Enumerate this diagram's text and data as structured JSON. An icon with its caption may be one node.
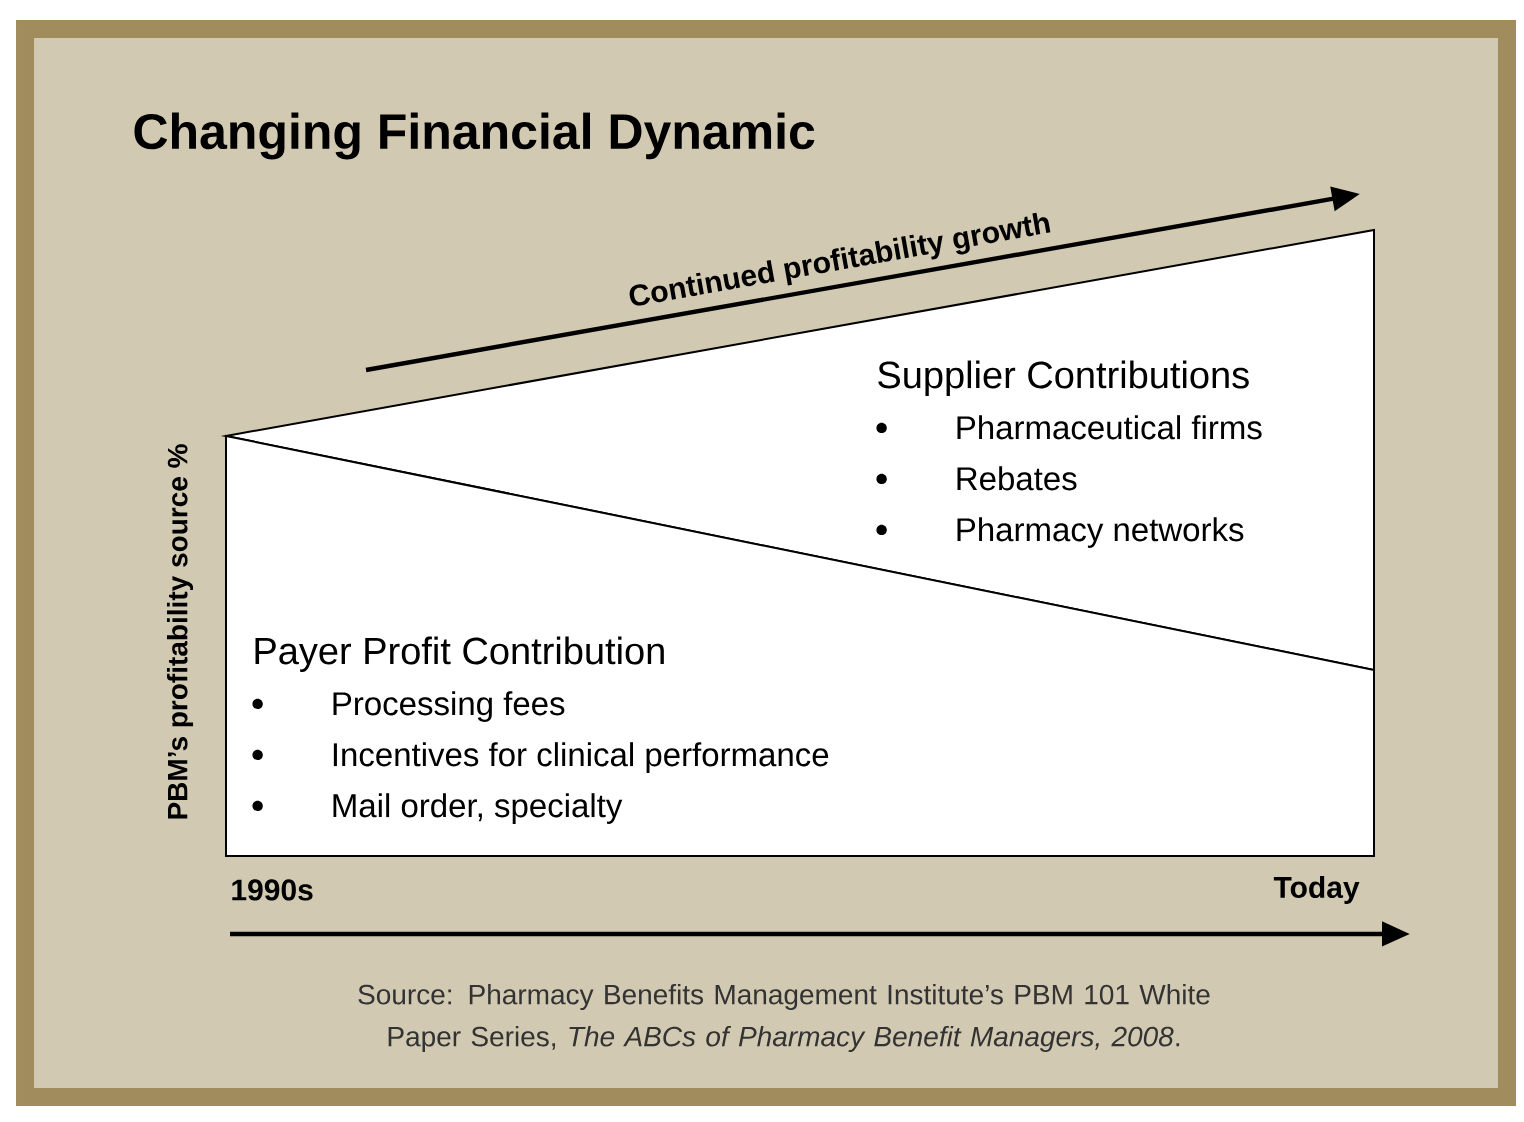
{
  "diagram": {
    "title": "Changing Financial Dynamic",
    "caption": "Source: Pharmacy Benefits Management Institute’s PBM 101 White Paper Series, *The ABCs of Pharmacy Benefit Managers, 2008*.",
    "nodes": [
      {
        "text": [
          "Supplier Contributions",
          "Pharmaceutical firms",
          "Rebates",
          "Pharmacy networks"
        ]
      },
      {
        "text": [
          "Payer Profit Contribution",
          "Processing fees",
          "Incentives for clinical performance",
          "Mail order, specialty"
        ]
      }
    ],
    "labels": [
      "Continued profitability growth",
      "PBM’s profitability source %",
      "1990s",
      "Today"
    ]
  }
}
